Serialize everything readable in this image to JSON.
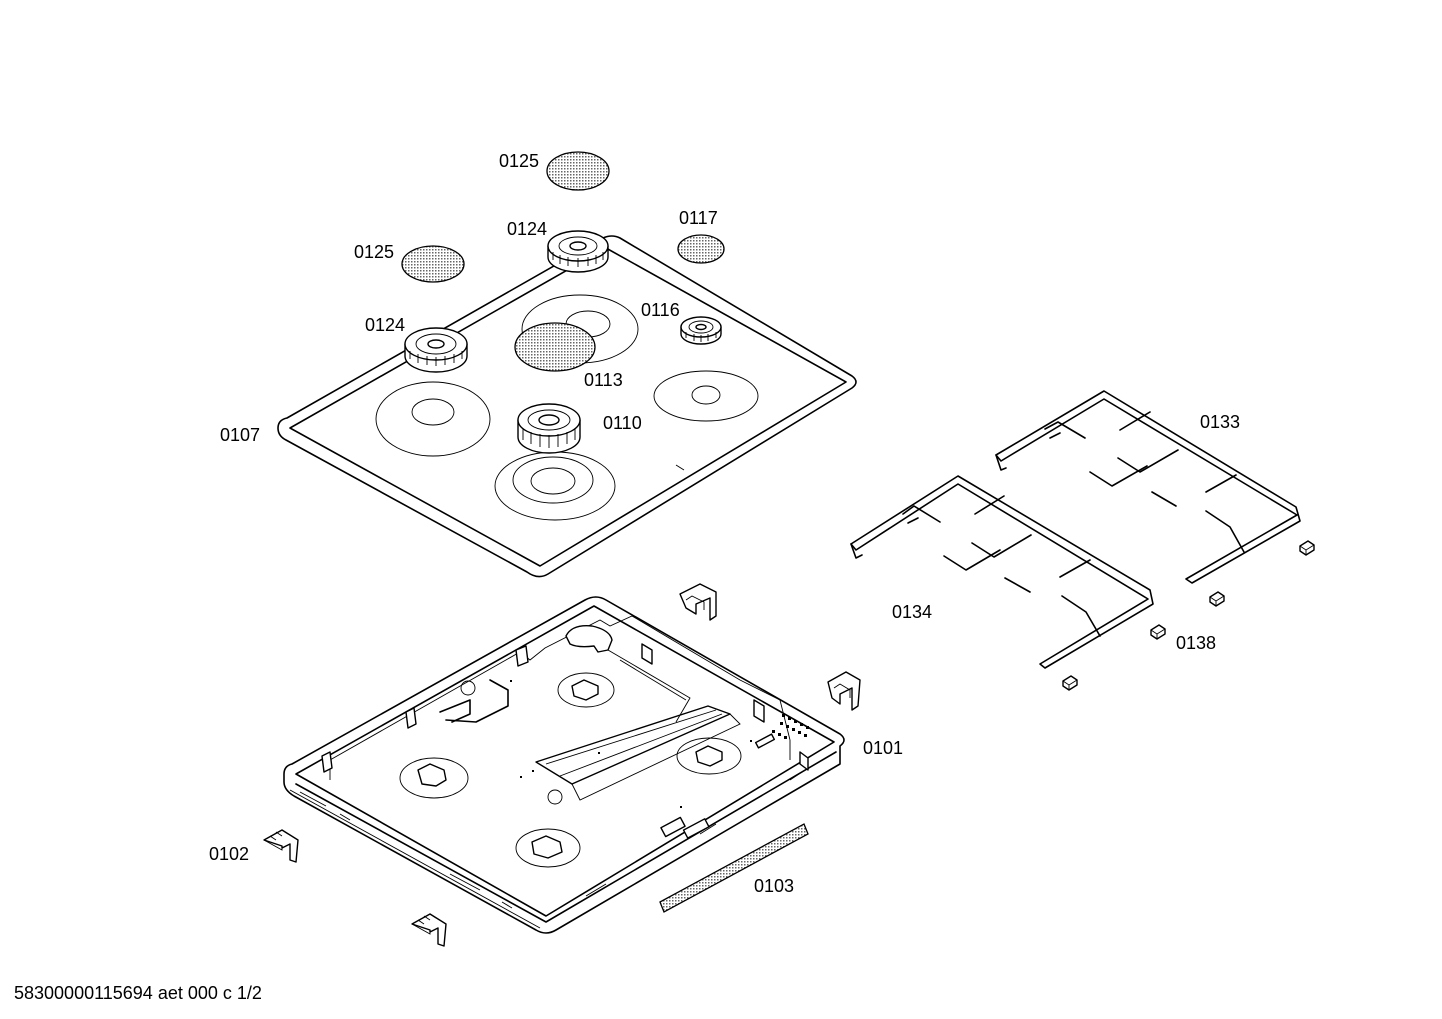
{
  "labels": {
    "p0125a": "0125",
    "p0125b": "0125",
    "p0124a": "0124",
    "p0124b": "0124",
    "p0117": "0117",
    "p0116": "0116",
    "p0113": "0113",
    "p0110": "0110",
    "p0107": "0107",
    "p0133": "0133",
    "p0134": "0134",
    "p0138": "0138",
    "p0101": "0101",
    "p0102": "0102",
    "p0103": "0103"
  },
  "footer": {
    "code": "58300000115694 aet 000 c 1/2"
  }
}
